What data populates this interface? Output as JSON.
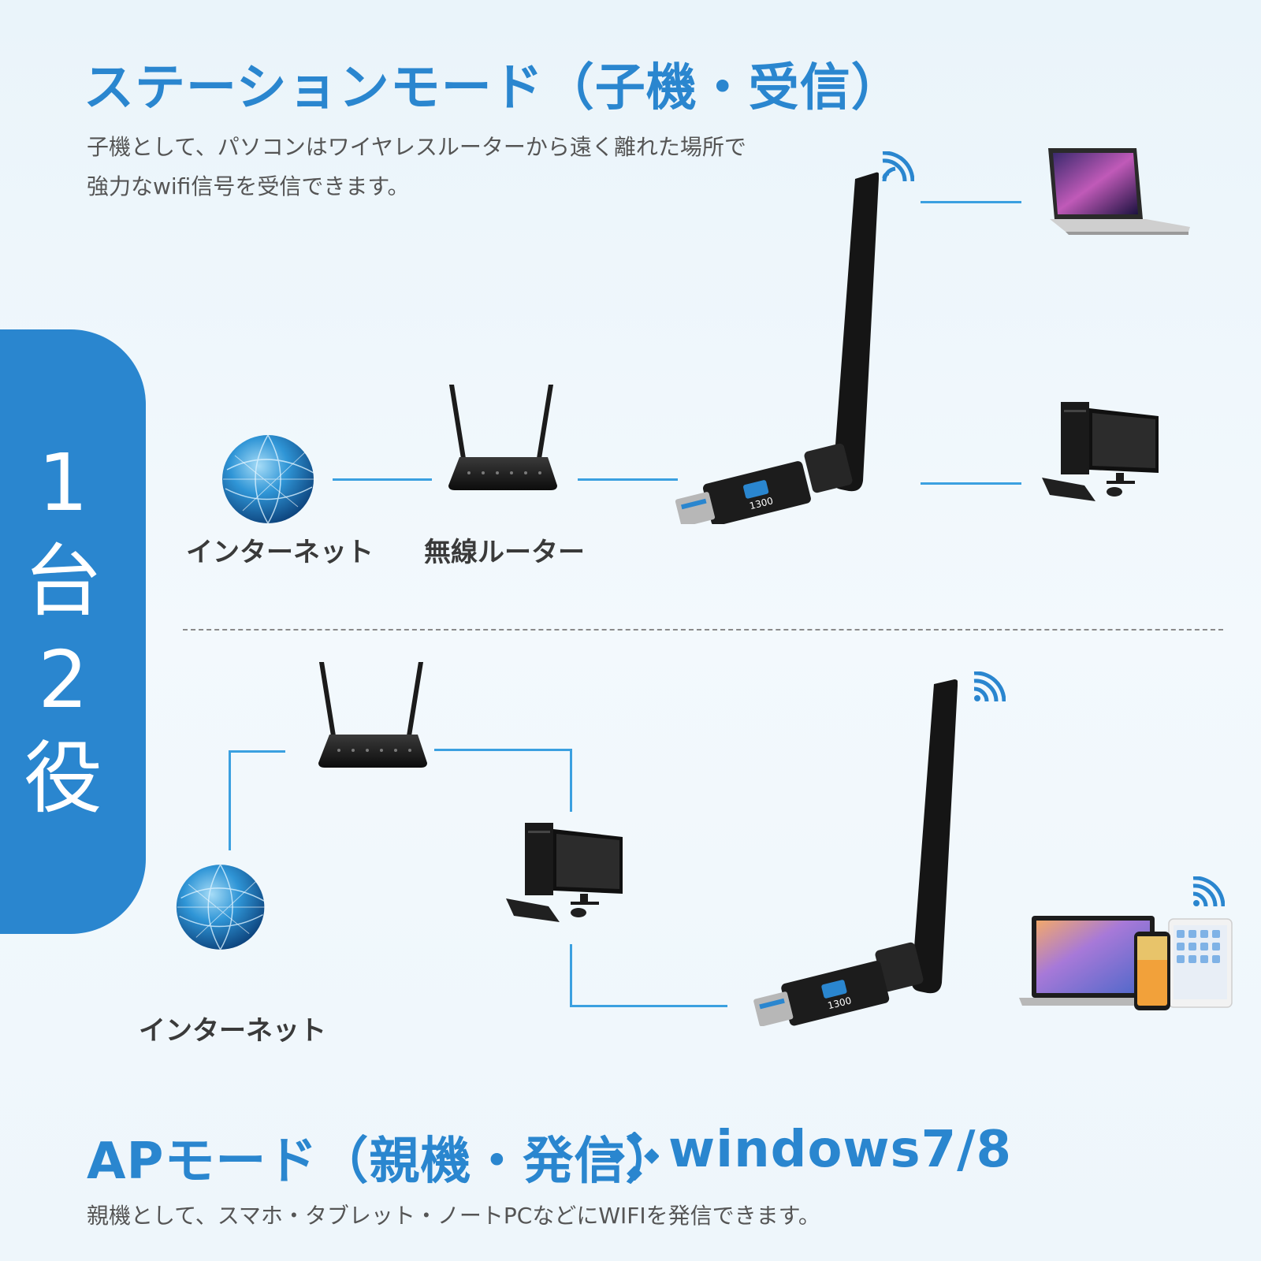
{
  "station": {
    "title": "ステーションモード（子機・受信）",
    "desc_line1": "子機として、パソコンはワイヤレスルーターから遠く離れた場所で",
    "desc_line2": "強力なwifi信号を受信できます。",
    "label_internet": "インターネット",
    "label_router": "無線ルーター"
  },
  "side_tab": {
    "chars": [
      "1",
      "台",
      "2",
      "役"
    ]
  },
  "ap": {
    "label_internet": "インターネット",
    "title": "APモード（親機・発信）",
    "os_label": "windows7/8",
    "desc": "親機として、スマホ・タブレット・ノートPCなどにWIFIを発信できます。"
  },
  "adapter": {
    "badge_text": "1300"
  },
  "colors": {
    "accent": "#2a86cf",
    "line": "#3ba0e0",
    "device": "#1b1b1b"
  }
}
